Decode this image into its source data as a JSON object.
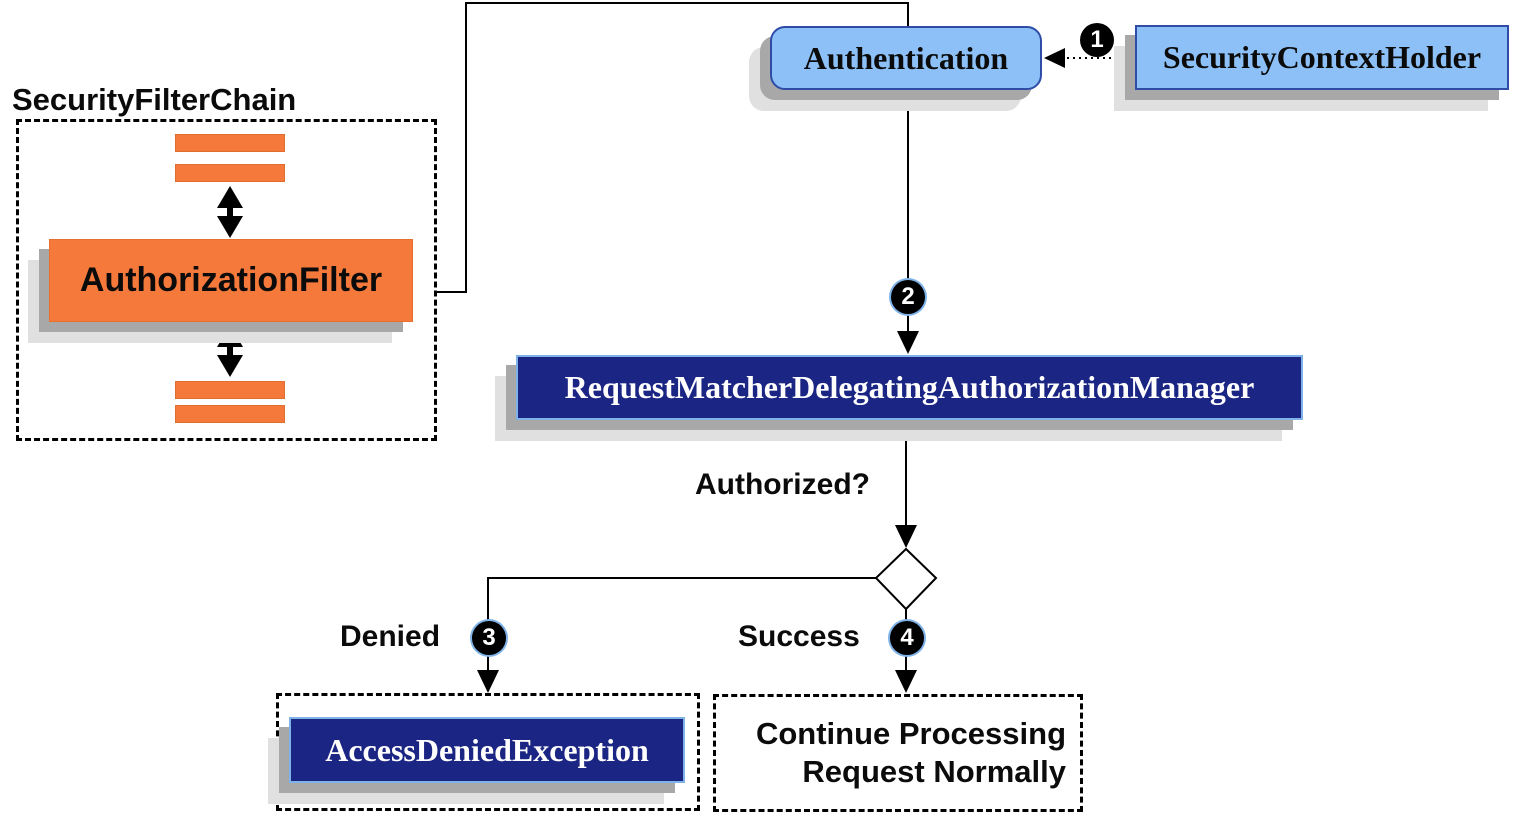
{
  "filter_chain": {
    "title": "SecurityFilterChain",
    "filter_label": "AuthorizationFilter"
  },
  "nodes": {
    "authentication": "Authentication",
    "security_context_holder": "SecurityContextHolder",
    "request_matcher_manager": "RequestMatcherDelegatingAuthorizationManager",
    "access_denied_exception": "AccessDeniedException",
    "continue_processing": {
      "line1": "Continue Processing",
      "line2": "Request Normally"
    }
  },
  "labels": {
    "authorized": "Authorized?",
    "denied": "Denied",
    "success": "Success"
  },
  "steps": [
    "1",
    "2",
    "3",
    "4"
  ],
  "colors": {
    "orange": "#F5793B",
    "light_blue": "#8CC0F7",
    "navy": "#1B2583",
    "blue_box_border": "#2F4DA7",
    "navy_box_border": "#7FB3E8",
    "line_black": "#000000",
    "shadow_dark": "#A8A8A8",
    "shadow_light": "#E0E0E0"
  }
}
